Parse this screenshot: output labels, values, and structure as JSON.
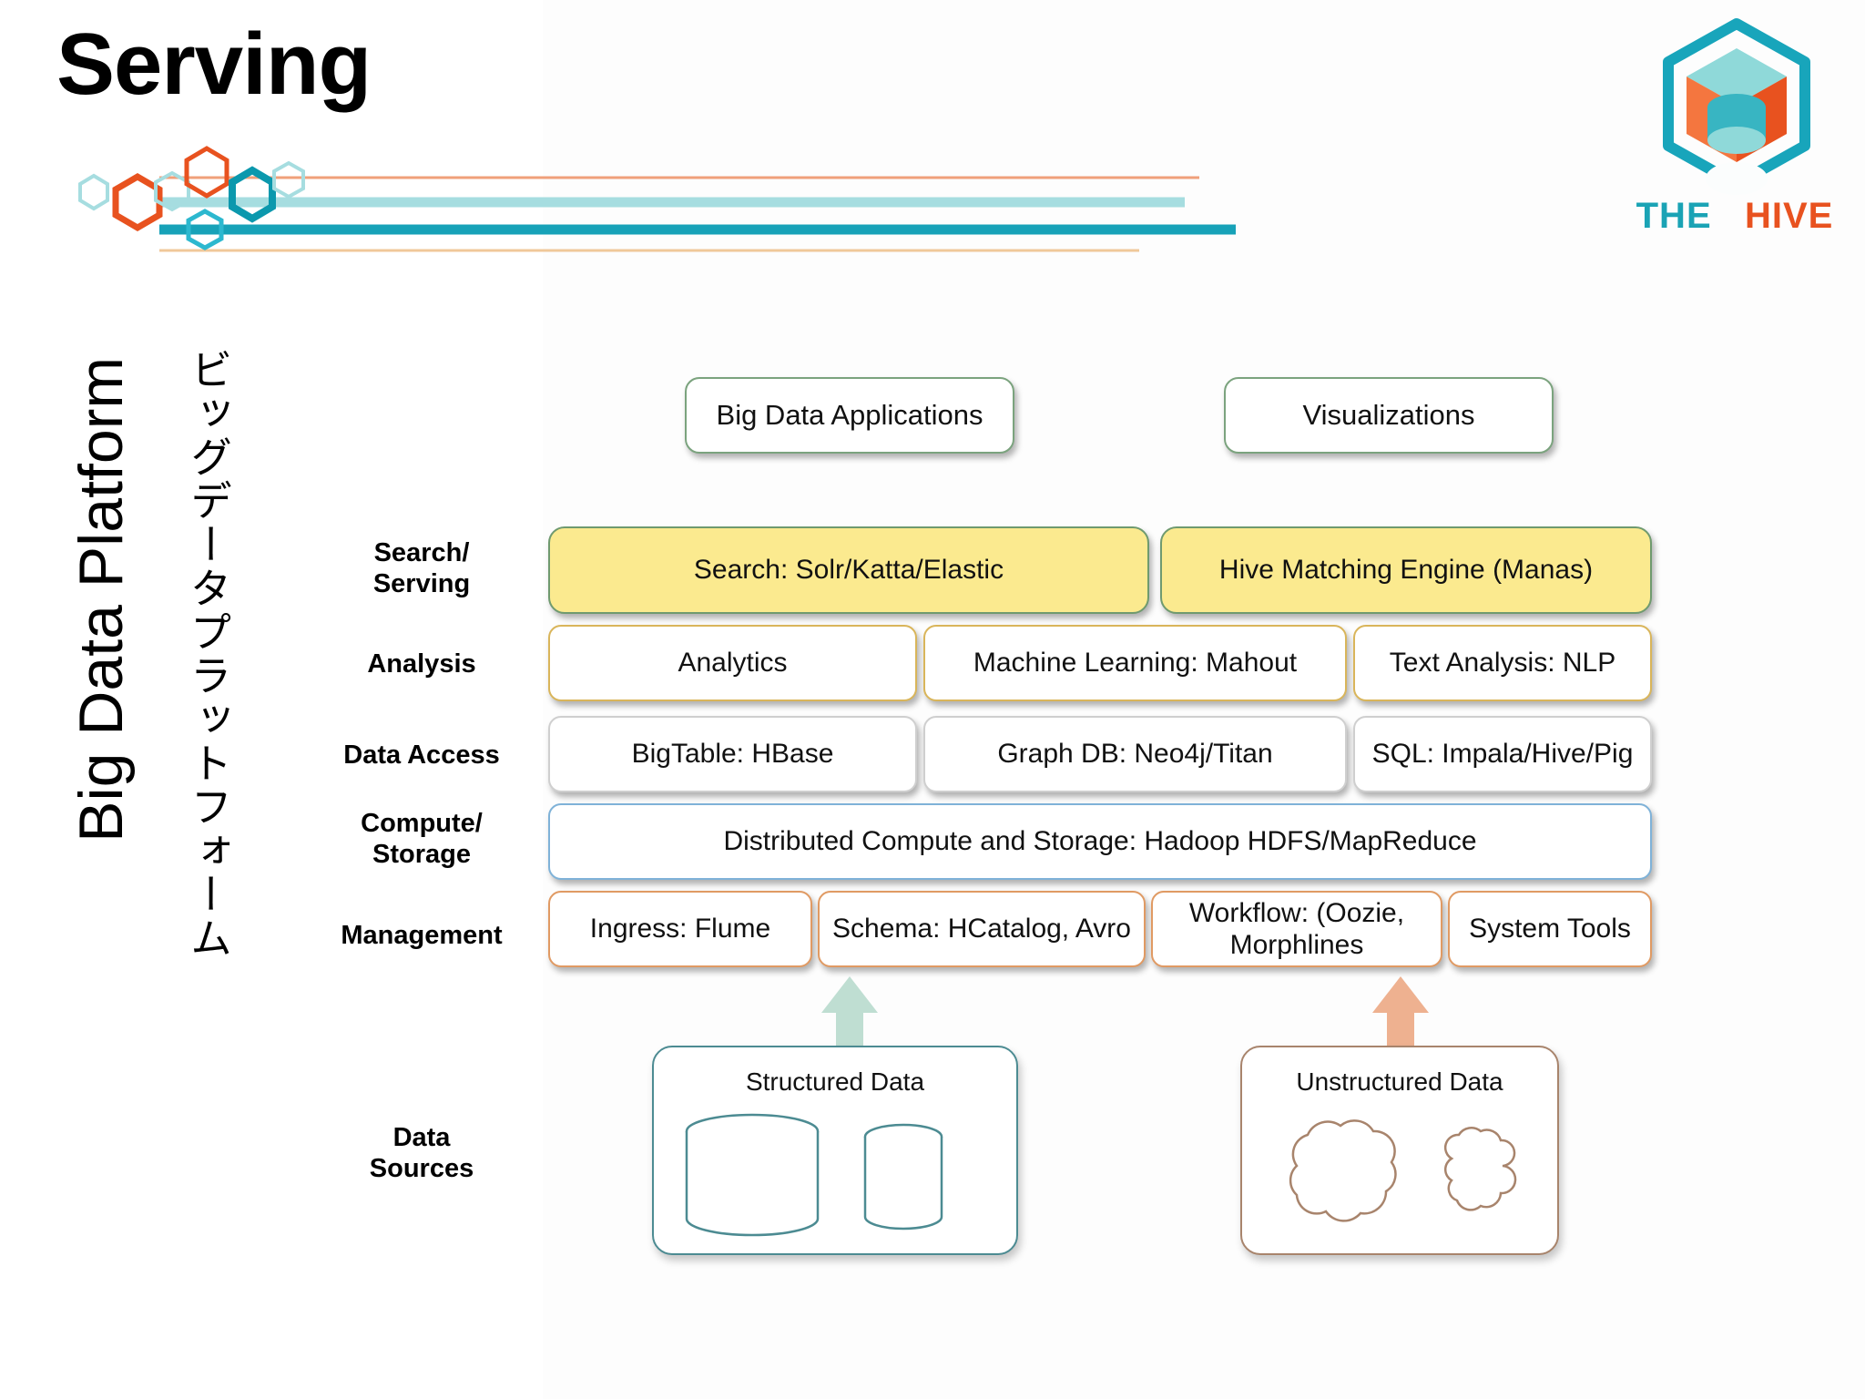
{
  "header": {
    "title": "Serving",
    "logo": {
      "icon": "hive-hexagon-logo",
      "word_the": "THE",
      "word_hive": "HIVE"
    },
    "decoration": "hexagon-ribbon-graphic"
  },
  "side_labels": {
    "english": "Big Data Platform",
    "japanese": "ビッグデータプラットフォーム"
  },
  "diagram": {
    "top_nodes": [
      {
        "label": "Big Data Applications"
      },
      {
        "label": "Visualizations"
      }
    ],
    "rows": [
      {
        "label": "Search/\nServing",
        "label_lines": [
          "Search/",
          "Serving"
        ],
        "nodes": [
          {
            "label": "Search: Solr/Katta/Elastic"
          },
          {
            "label": "Hive Matching Engine (Manas)"
          }
        ]
      },
      {
        "label": "Analysis",
        "label_lines": [
          "Analysis"
        ],
        "nodes": [
          {
            "label": "Analytics"
          },
          {
            "label": "Machine Learning: Mahout"
          },
          {
            "label": "Text Analysis: NLP"
          }
        ]
      },
      {
        "label": "Data Access",
        "label_lines": [
          "Data Access"
        ],
        "nodes": [
          {
            "label": "BigTable: HBase"
          },
          {
            "label": "Graph DB: Neo4j/Titan"
          },
          {
            "label": "SQL: Impala/Hive/Pig"
          }
        ]
      },
      {
        "label": "Compute/\nStorage",
        "label_lines": [
          "Compute/",
          "Storage"
        ],
        "nodes": [
          {
            "label": "Distributed Compute and Storage: Hadoop HDFS/MapReduce"
          }
        ]
      },
      {
        "label": "Management",
        "label_lines": [
          "Management"
        ],
        "nodes": [
          {
            "label": "Ingress: Flume"
          },
          {
            "label": "Schema: HCatalog, Avro"
          },
          {
            "label": "Workflow: (Oozie, Morphlines"
          },
          {
            "label": "System Tools"
          }
        ]
      }
    ],
    "data_sources": {
      "label_lines": [
        "Data",
        "Sources"
      ],
      "boxes": [
        {
          "label": "Structured Data",
          "shapes": "database-cylinders"
        },
        {
          "label": "Unstructured Data",
          "shapes": "cloud-blobs"
        }
      ]
    },
    "arrows": [
      {
        "name": "structured-data-up-arrow",
        "color": "#b9ddd0"
      },
      {
        "name": "unstructured-data-up-arrow",
        "color": "#eeb190"
      }
    ]
  },
  "colors": {
    "brand_teal": "#1aa3b5",
    "brand_orange": "#e8521f",
    "search_fill": "#fbea8f",
    "search_border": "#6f9a6f",
    "analysis_border": "#d9b55a",
    "access_border": "#cfcfcf",
    "compute_border": "#7fb2d8",
    "management_border": "#e09a63",
    "structured_border": "#4c8b92",
    "unstructured_border": "#a8846c"
  }
}
